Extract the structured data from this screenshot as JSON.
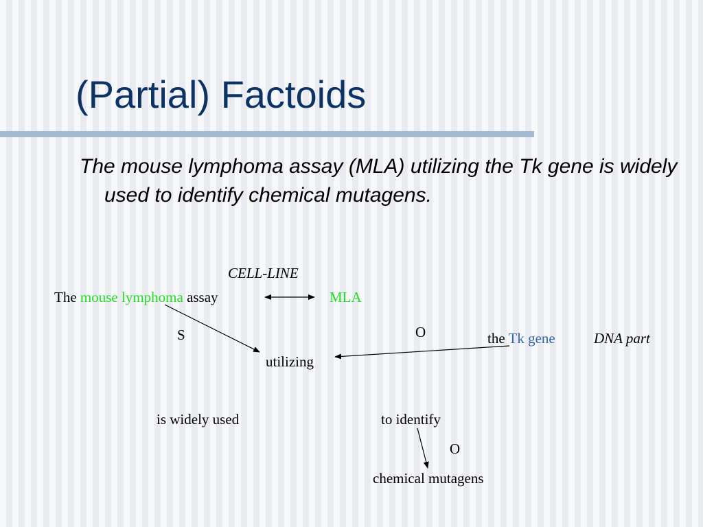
{
  "slide": {
    "title": "(Partial) Factoids",
    "sentence": "The mouse lymphoma assay (MLA) utilizing the Tk gene is widely used to identify chemical mutagens."
  },
  "diagram": {
    "cell_line_label": "CELL-LINE",
    "subject": {
      "prefix": "The ",
      "highlight": "mouse lymphoma",
      "suffix": " assay"
    },
    "abbreviation": "MLA",
    "subject_role": "S",
    "object_role_1": "O",
    "predicate": "utilizing",
    "object": {
      "prefix": "the ",
      "highlight": "Tk gene"
    },
    "object_type": "DNA part",
    "predicate_2": "is widely used",
    "purpose": "to identify",
    "object_role_2": "O",
    "target": "chemical mutagens",
    "colors": {
      "entity_green": "#22dd22",
      "gene_blue": "#3366aa",
      "title_blue": "#0d3366"
    }
  }
}
